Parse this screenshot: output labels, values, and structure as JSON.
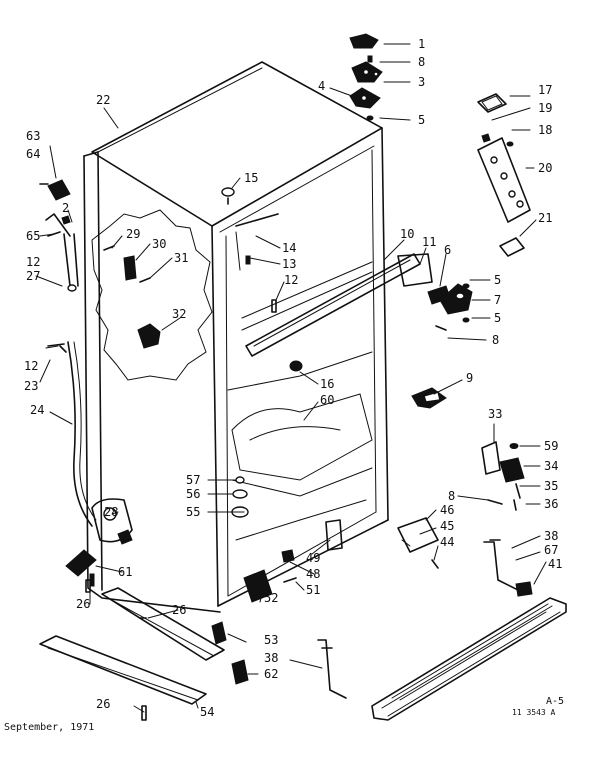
{
  "footer": {
    "date": "September, 1971",
    "sheet": "A-5",
    "drawing_number": "11 3543 A"
  },
  "callouts": [
    {
      "id": "1",
      "label": "1"
    },
    {
      "id": "8a",
      "label": "8"
    },
    {
      "id": "3",
      "label": "3"
    },
    {
      "id": "4",
      "label": "4"
    },
    {
      "id": "5a",
      "label": "5"
    },
    {
      "id": "22",
      "label": "22"
    },
    {
      "id": "17",
      "label": "17"
    },
    {
      "id": "19",
      "label": "19"
    },
    {
      "id": "18",
      "label": "18"
    },
    {
      "id": "20",
      "label": "20"
    },
    {
      "id": "21",
      "label": "21"
    },
    {
      "id": "63",
      "label": "63"
    },
    {
      "id": "64",
      "label": "64"
    },
    {
      "id": "2",
      "label": "2"
    },
    {
      "id": "65",
      "label": "65"
    },
    {
      "id": "12a",
      "label": "12"
    },
    {
      "id": "27",
      "label": "27"
    },
    {
      "id": "15",
      "label": "15"
    },
    {
      "id": "29",
      "label": "29"
    },
    {
      "id": "30",
      "label": "30"
    },
    {
      "id": "31",
      "label": "31"
    },
    {
      "id": "14",
      "label": "14"
    },
    {
      "id": "13",
      "label": "13"
    },
    {
      "id": "12b",
      "label": "12"
    },
    {
      "id": "10",
      "label": "10"
    },
    {
      "id": "11",
      "label": "11"
    },
    {
      "id": "6",
      "label": "6"
    },
    {
      "id": "5b",
      "label": "5"
    },
    {
      "id": "7",
      "label": "7"
    },
    {
      "id": "5c",
      "label": "5"
    },
    {
      "id": "8b",
      "label": "8"
    },
    {
      "id": "32",
      "label": "32"
    },
    {
      "id": "12c",
      "label": "12"
    },
    {
      "id": "23",
      "label": "23"
    },
    {
      "id": "16",
      "label": "16"
    },
    {
      "id": "9",
      "label": "9"
    },
    {
      "id": "60",
      "label": "60"
    },
    {
      "id": "24",
      "label": "24"
    },
    {
      "id": "33",
      "label": "33"
    },
    {
      "id": "59",
      "label": "59"
    },
    {
      "id": "34",
      "label": "34"
    },
    {
      "id": "35",
      "label": "35"
    },
    {
      "id": "57",
      "label": "57"
    },
    {
      "id": "56",
      "label": "56"
    },
    {
      "id": "8c",
      "label": "8"
    },
    {
      "id": "36",
      "label": "36"
    },
    {
      "id": "46",
      "label": "46"
    },
    {
      "id": "28",
      "label": "28"
    },
    {
      "id": "55",
      "label": "55"
    },
    {
      "id": "45",
      "label": "45"
    },
    {
      "id": "44",
      "label": "44"
    },
    {
      "id": "38a",
      "label": "38"
    },
    {
      "id": "67",
      "label": "67"
    },
    {
      "id": "49",
      "label": "49"
    },
    {
      "id": "41",
      "label": "41"
    },
    {
      "id": "61",
      "label": "61"
    },
    {
      "id": "48",
      "label": "48"
    },
    {
      "id": "51",
      "label": "51"
    },
    {
      "id": "26a",
      "label": "26"
    },
    {
      "id": "26b",
      "label": "26"
    },
    {
      "id": "52",
      "label": "52"
    },
    {
      "id": "53",
      "label": "53"
    },
    {
      "id": "38b",
      "label": "38"
    },
    {
      "id": "62",
      "label": "62"
    },
    {
      "id": "26c",
      "label": "26"
    },
    {
      "id": "54",
      "label": "54"
    }
  ]
}
